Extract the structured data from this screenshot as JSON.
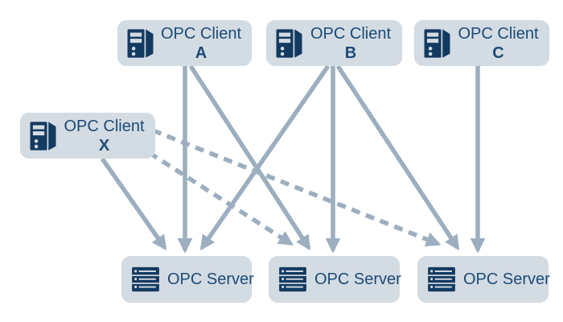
{
  "colors": {
    "box_fill": "#d3dbe3",
    "text": "#1d4b76",
    "icon": "#133a60",
    "arrow": "#9caebf"
  },
  "clients": [
    {
      "id": "A",
      "label": "OPC Client",
      "letter": "A"
    },
    {
      "id": "B",
      "label": "OPC Client",
      "letter": "B"
    },
    {
      "id": "C",
      "label": "OPC Client",
      "letter": "C"
    },
    {
      "id": "X",
      "label": "OPC Client",
      "letter": "X"
    }
  ],
  "servers": [
    {
      "id": "S1",
      "label": "OPC Server"
    },
    {
      "id": "S2",
      "label": "OPC Server"
    },
    {
      "id": "S3",
      "label": "OPC Server"
    }
  ],
  "connections": [
    {
      "from": "A",
      "to": "S1",
      "style": "solid"
    },
    {
      "from": "A",
      "to": "S2",
      "style": "solid"
    },
    {
      "from": "B",
      "to": "S1",
      "style": "solid"
    },
    {
      "from": "B",
      "to": "S2",
      "style": "solid"
    },
    {
      "from": "B",
      "to": "S3",
      "style": "solid"
    },
    {
      "from": "C",
      "to": "S3",
      "style": "solid"
    },
    {
      "from": "X",
      "to": "S1",
      "style": "solid"
    },
    {
      "from": "X",
      "to": "S2",
      "style": "dashed"
    },
    {
      "from": "X",
      "to": "S3",
      "style": "dashed"
    }
  ]
}
